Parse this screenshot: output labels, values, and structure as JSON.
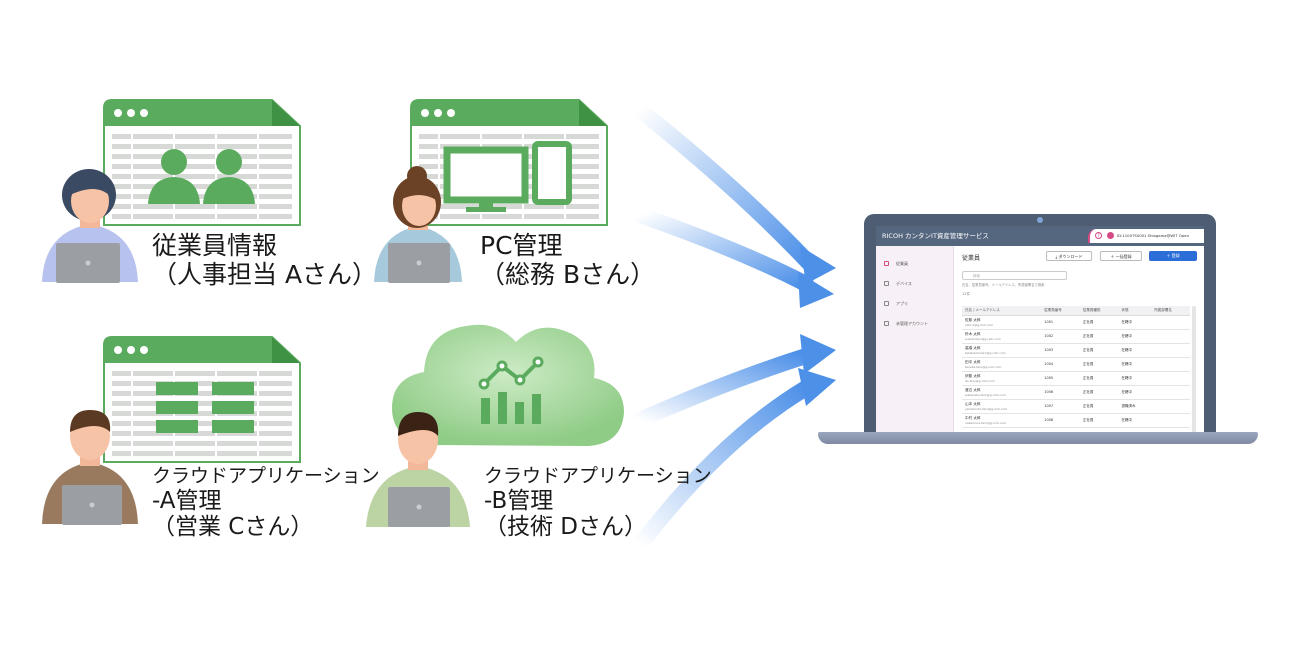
{
  "sources": [
    {
      "id": "hr",
      "lines": [
        "従業員情報",
        "（人事担当 Aさん）"
      ]
    },
    {
      "id": "pc",
      "lines": [
        "PC管理",
        "（総務 Bさん）"
      ]
    },
    {
      "id": "cloud_a",
      "lines": [
        "クラウドアプリケーション",
        "-A管理",
        "（営業 Cさん）"
      ]
    },
    {
      "id": "cloud_b",
      "lines": [
        "クラウドアプリケーション",
        "-B管理",
        "（技術 Dさん）"
      ]
    }
  ],
  "app": {
    "title": "RICOH カンタンIT資産管理サービス",
    "user": "ID:11007S0001  Shiogama@WIT Open",
    "help_icon": "?",
    "sidebar": [
      {
        "label": "従業員",
        "icon": "person-icon"
      },
      {
        "label": "デバイス",
        "icon": "laptop-icon"
      },
      {
        "label": "アプリ",
        "icon": "grid-icon"
      },
      {
        "label": "未管理アカウント",
        "icon": "account-icon"
      }
    ],
    "page_title": "従業員",
    "buttons": {
      "download": "ダウンロード",
      "bulk": "一括登録",
      "add": "登録"
    },
    "search_placeholder": "検索",
    "search_hint": "氏名、従業員番号、メールアドレス、所属部署名で検索",
    "count": "12件",
    "columns": [
      "氏名 / メールアドレス",
      "従業員番号",
      "従業員種別",
      "状態",
      "所属部署名"
    ],
    "rows": [
      {
        "name": "佐藤 太郎",
        "email": "sato-s@g-rioh.com",
        "no": "1001",
        "type": "正社員",
        "status": "在籍中"
      },
      {
        "name": "鈴木 太郎",
        "email": "suzuki.taro@g-rioh.com",
        "no": "1002",
        "type": "正社員",
        "status": "在籍中"
      },
      {
        "name": "高橋 太郎",
        "email": "takahashi.taro@g-rioh.com",
        "no": "1003",
        "type": "正社員",
        "status": "在籍中"
      },
      {
        "name": "田中 太郎",
        "email": "tanaka.taro@g-rioh.com",
        "no": "1004",
        "type": "正社員",
        "status": "在籍中"
      },
      {
        "name": "伊藤 太郎",
        "email": "ito.taro@g-rioh.com",
        "no": "1005",
        "type": "正社員",
        "status": "在籍中"
      },
      {
        "name": "渡辺 太郎",
        "email": "watanabe.taro@g-rioh.com",
        "no": "1006",
        "type": "正社員",
        "status": "在籍中"
      },
      {
        "name": "山本 太郎",
        "email": "yamamoto.taro@g-rioh.com",
        "no": "1007",
        "type": "正社員",
        "status": "退職済み"
      },
      {
        "name": "中村 太郎",
        "email": "nakamura.taro@g-rioh.com",
        "no": "1008",
        "type": "正社員",
        "status": "在籍中"
      }
    ]
  },
  "colors": {
    "sheet_green": "#5aab5e",
    "sheet_dark_green": "#3f9244",
    "cloud_green": "#a8d8a0",
    "arrow_blue": "#4d90e8",
    "laptop_frame": "#4f5d73",
    "accent_pink": "#d44b86",
    "primary_blue": "#2b6ed8"
  }
}
